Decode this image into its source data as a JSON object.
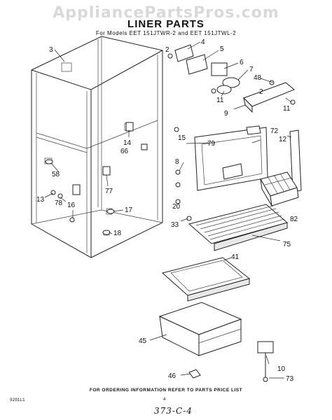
{
  "watermark": "AppliancePartsPros.com",
  "title": "LINER PARTS",
  "subtitle": "For Models EET 151JTWR-2 and EET 151JTWL-2",
  "footer": {
    "note": "FOR ORDERING INFORMATION REFER TO PARTS PRICE LIST",
    "code": "9201L1",
    "page": "4",
    "handwritten": "373-C-4"
  },
  "callouts": {
    "c3": "3",
    "c4": "4",
    "c5": "5",
    "c6": "6",
    "c7": "7",
    "c48": "48",
    "c2a": "2",
    "c2b": "2",
    "c11a": "11",
    "c11b": "11",
    "c9": "9",
    "c14": "14",
    "c66": "66",
    "c15": "15",
    "c79": "79",
    "c72": "72",
    "c12": "12",
    "c8": "8",
    "c58": "58",
    "c77": "77",
    "c13": "13",
    "c78": "78",
    "c16": "16",
    "c17": "17",
    "c18": "18",
    "c20": "20",
    "c33": "33",
    "c82": "82",
    "c75": "75",
    "c41": "41",
    "c45": "45",
    "c46": "46",
    "c10": "10",
    "c73": "73"
  }
}
